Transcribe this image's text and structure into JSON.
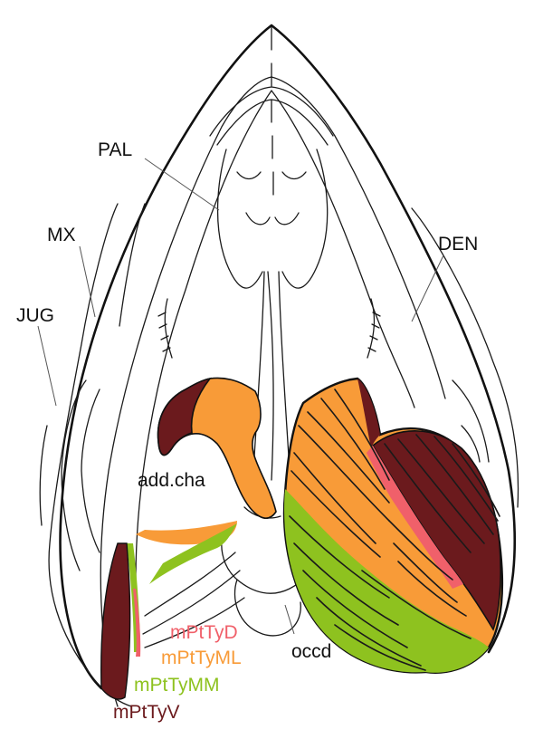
{
  "labels": {
    "pal": "PAL",
    "mx": "MX",
    "jug": "JUG",
    "den": "DEN",
    "add_cha": "add.cha",
    "occd": "occd"
  },
  "legend": [
    {
      "name": "mPtTyD",
      "color": "#f0606a"
    },
    {
      "name": "mPtTyML",
      "color": "#f89b38"
    },
    {
      "name": "mPtTyMM",
      "color": "#8ec21f"
    },
    {
      "name": "mPtTyV",
      "color": "#6b1a1d"
    }
  ]
}
